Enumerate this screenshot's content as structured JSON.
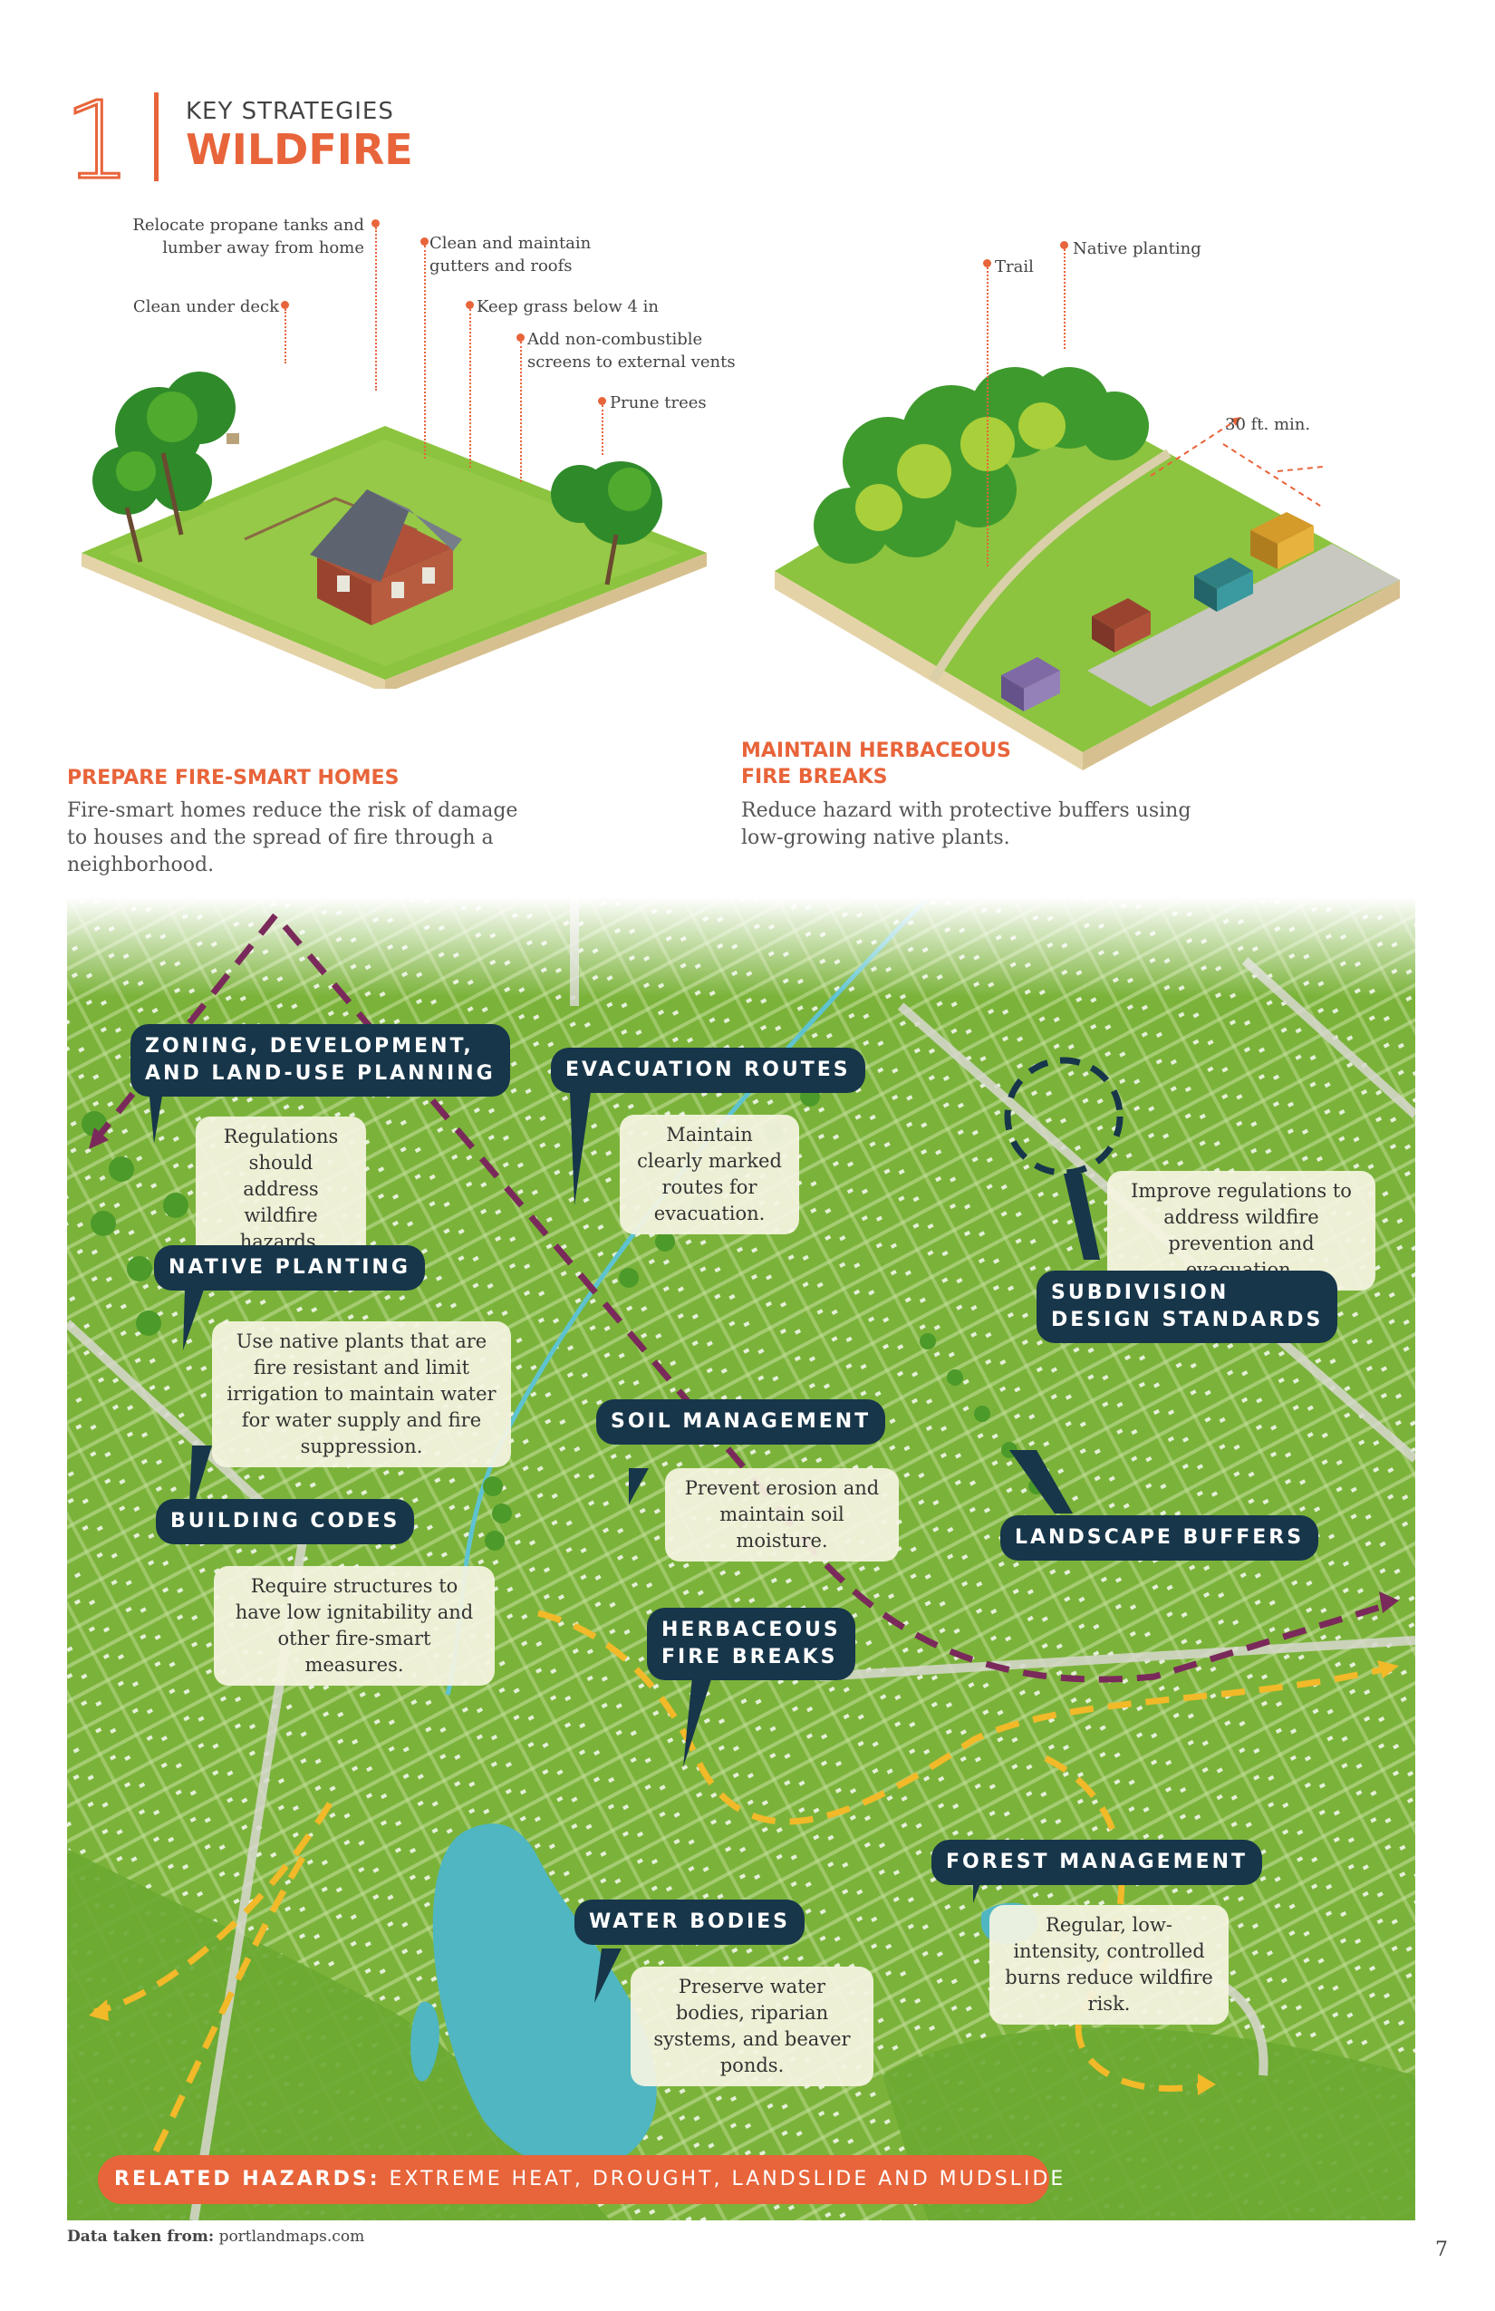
{
  "header": {
    "number": "1",
    "kicker": "KEY STRATEGIES",
    "title": "WILDFIRE"
  },
  "left_panel": {
    "callouts": [
      "Relocate propane tanks and lumber away from home",
      "Clean and maintain gutters and roofs",
      "Clean under deck",
      "Keep grass below 4 in",
      "Add non-combustible screens to external vents",
      "Prune trees"
    ],
    "heading": "PREPARE FIRE-SMART HOMES",
    "description": "Fire-smart homes reduce the risk of damage to houses and the spread of fire through a neighborhood."
  },
  "right_panel": {
    "callouts": [
      "Trail",
      "Native planting",
      "30 ft. min."
    ],
    "heading_line1": "MAINTAIN HERBACEOUS",
    "heading_line2": "FIRE BREAKS",
    "description": "Reduce hazard with protective buffers using low-growing native plants."
  },
  "map": {
    "strategies": [
      {
        "label_line1": "ZONING, DEVELOPMENT,",
        "label_line2": "AND LAND-USE PLANNING",
        "desc": "Regulations should address wildfire hazards."
      },
      {
        "label": "EVACUATION ROUTES",
        "desc": "Maintain clearly marked routes for evacuation."
      },
      {
        "label": "NATIVE PLANTING",
        "desc": "Use native plants that are fire resistant and limit irrigation to maintain water for water supply and fire suppression."
      },
      {
        "label_line1": "SUBDIVISION",
        "label_line2": "DESIGN STANDARDS",
        "desc": "Improve regulations to address wildfire prevention and evacuation."
      },
      {
        "label": "SOIL MANAGEMENT",
        "desc": "Prevent erosion and maintain soil moisture."
      },
      {
        "label": "BUILDING CODES",
        "desc": "Require structures to have low ignitability and other fire-smart measures."
      },
      {
        "label": "LANDSCAPE BUFFERS"
      },
      {
        "label_line1": "HERBACEOUS",
        "label_line2": "FIRE BREAKS"
      },
      {
        "label": "FOREST MANAGEMENT",
        "desc": "Regular, low-intensity, controlled burns reduce wildfire risk."
      },
      {
        "label": "WATER BODIES",
        "desc": "Preserve water bodies, riparian systems, and beaver ponds."
      }
    ]
  },
  "related": {
    "prefix": "RELATED HAZARDS:",
    "text": "EXTREME HEAT, DROUGHT, LANDSLIDE AND MUDSLIDE"
  },
  "footer": {
    "source_label": "Data taken from:",
    "source": "portlandmaps.com",
    "page_number": "7"
  },
  "colors": {
    "accent": "#e8643a",
    "navy": "#17364a",
    "map_green": "#7bb33a",
    "water": "#4fb6c2",
    "route_purple": "#7a2a5a",
    "route_yellow": "#f2b929"
  }
}
